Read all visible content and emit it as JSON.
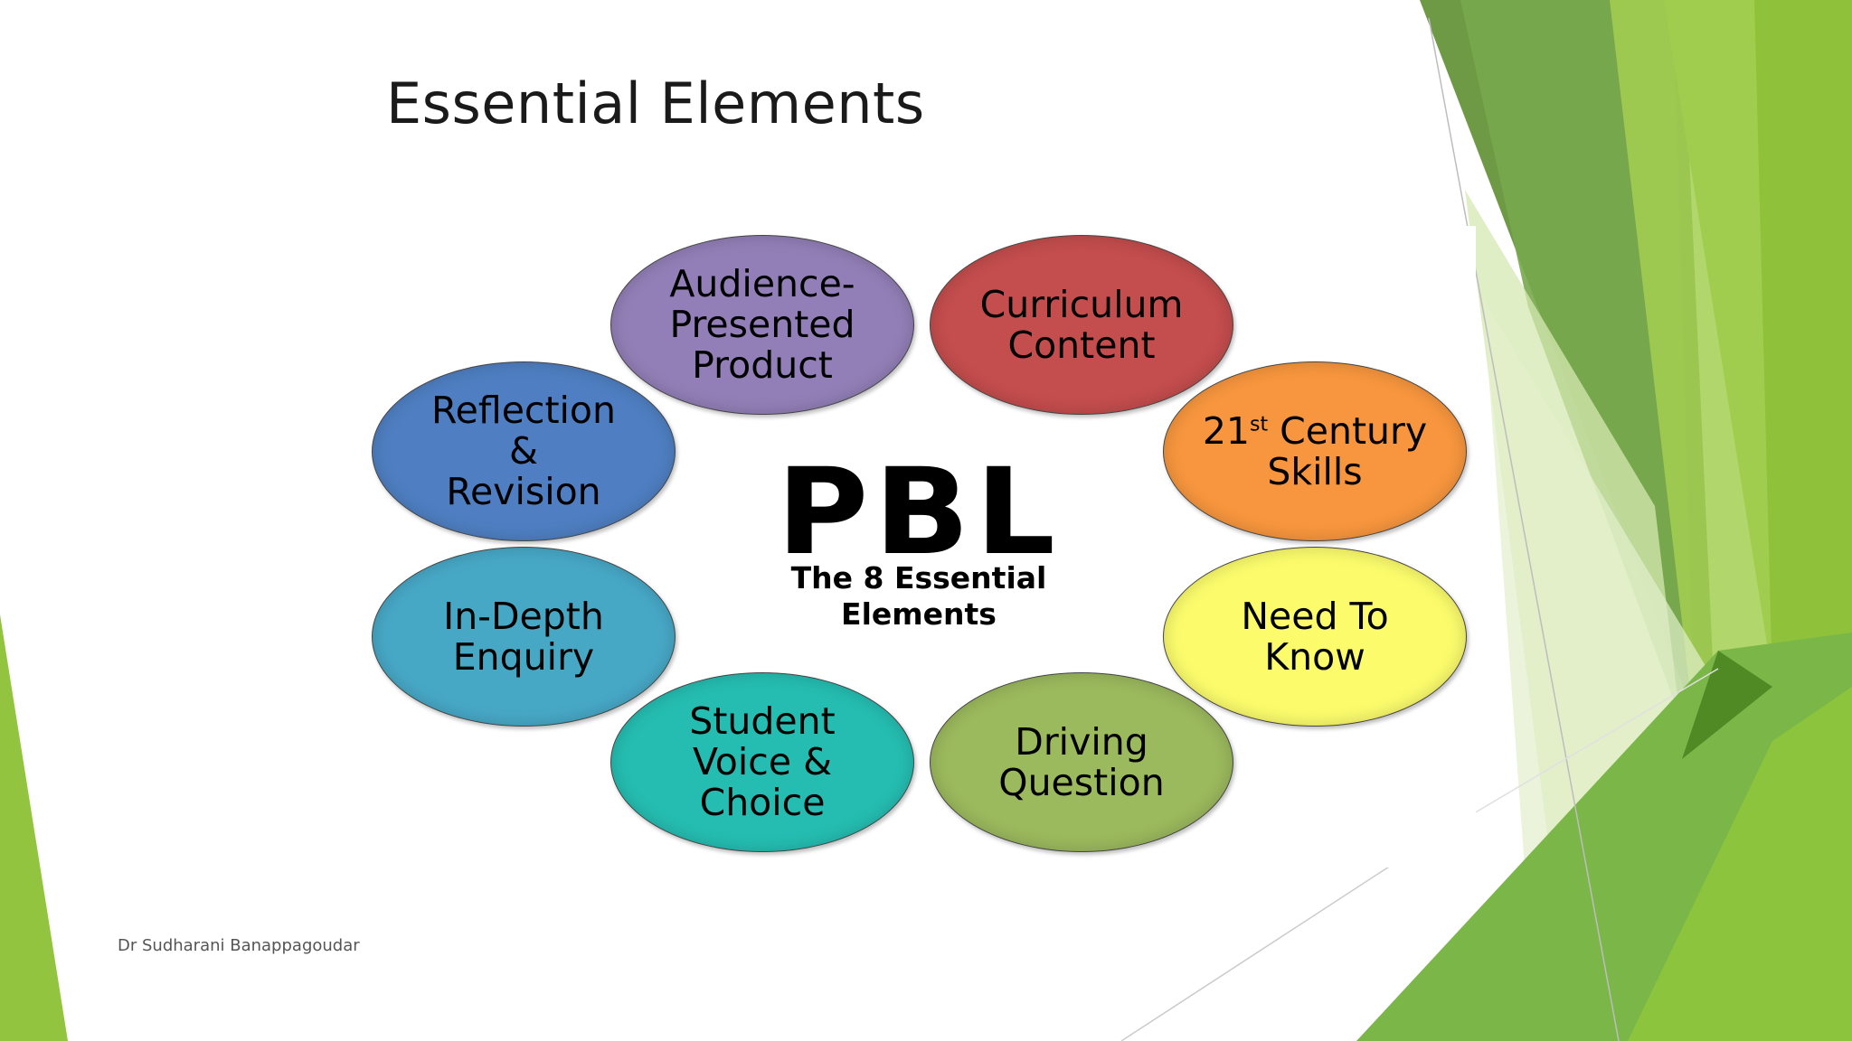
{
  "slide": {
    "title": "Essential Elements",
    "footer": "Dr Sudharani Banappagoudar"
  },
  "diagram": {
    "center_title": "PBL",
    "center_subtitle_line1": "The 8 Essential",
    "center_subtitle_line2": "Elements",
    "elements": [
      {
        "lines": [
          "Audience-",
          "Presented",
          "Product"
        ],
        "color": "#927fb7"
      },
      {
        "lines": [
          "Curriculum",
          "Content"
        ],
        "color": "#c44d4d"
      },
      {
        "lines": [
          "Reflection",
          "&",
          "Revision"
        ],
        "color": "#4f7fc2"
      },
      {
        "lines_prefix": "21",
        "sup": "st",
        "line1_rest": " Century",
        "line2": "Skills",
        "color": "#f7963e"
      },
      {
        "lines": [
          "In-Depth",
          "Enquiry"
        ],
        "color": "#47a8c6"
      },
      {
        "lines": [
          "Need To",
          "Know"
        ],
        "color": "#fbfb6c"
      },
      {
        "lines": [
          "Student",
          "Voice &",
          "Choice"
        ],
        "color": "#25bdb1"
      },
      {
        "lines": [
          "Driving",
          "Question"
        ],
        "color": "#9bb95d"
      }
    ]
  },
  "colors": {
    "accent_green_light": "#9dc73b",
    "accent_green_mid": "#7ab648",
    "accent_green_dark": "#5a8f2c"
  }
}
